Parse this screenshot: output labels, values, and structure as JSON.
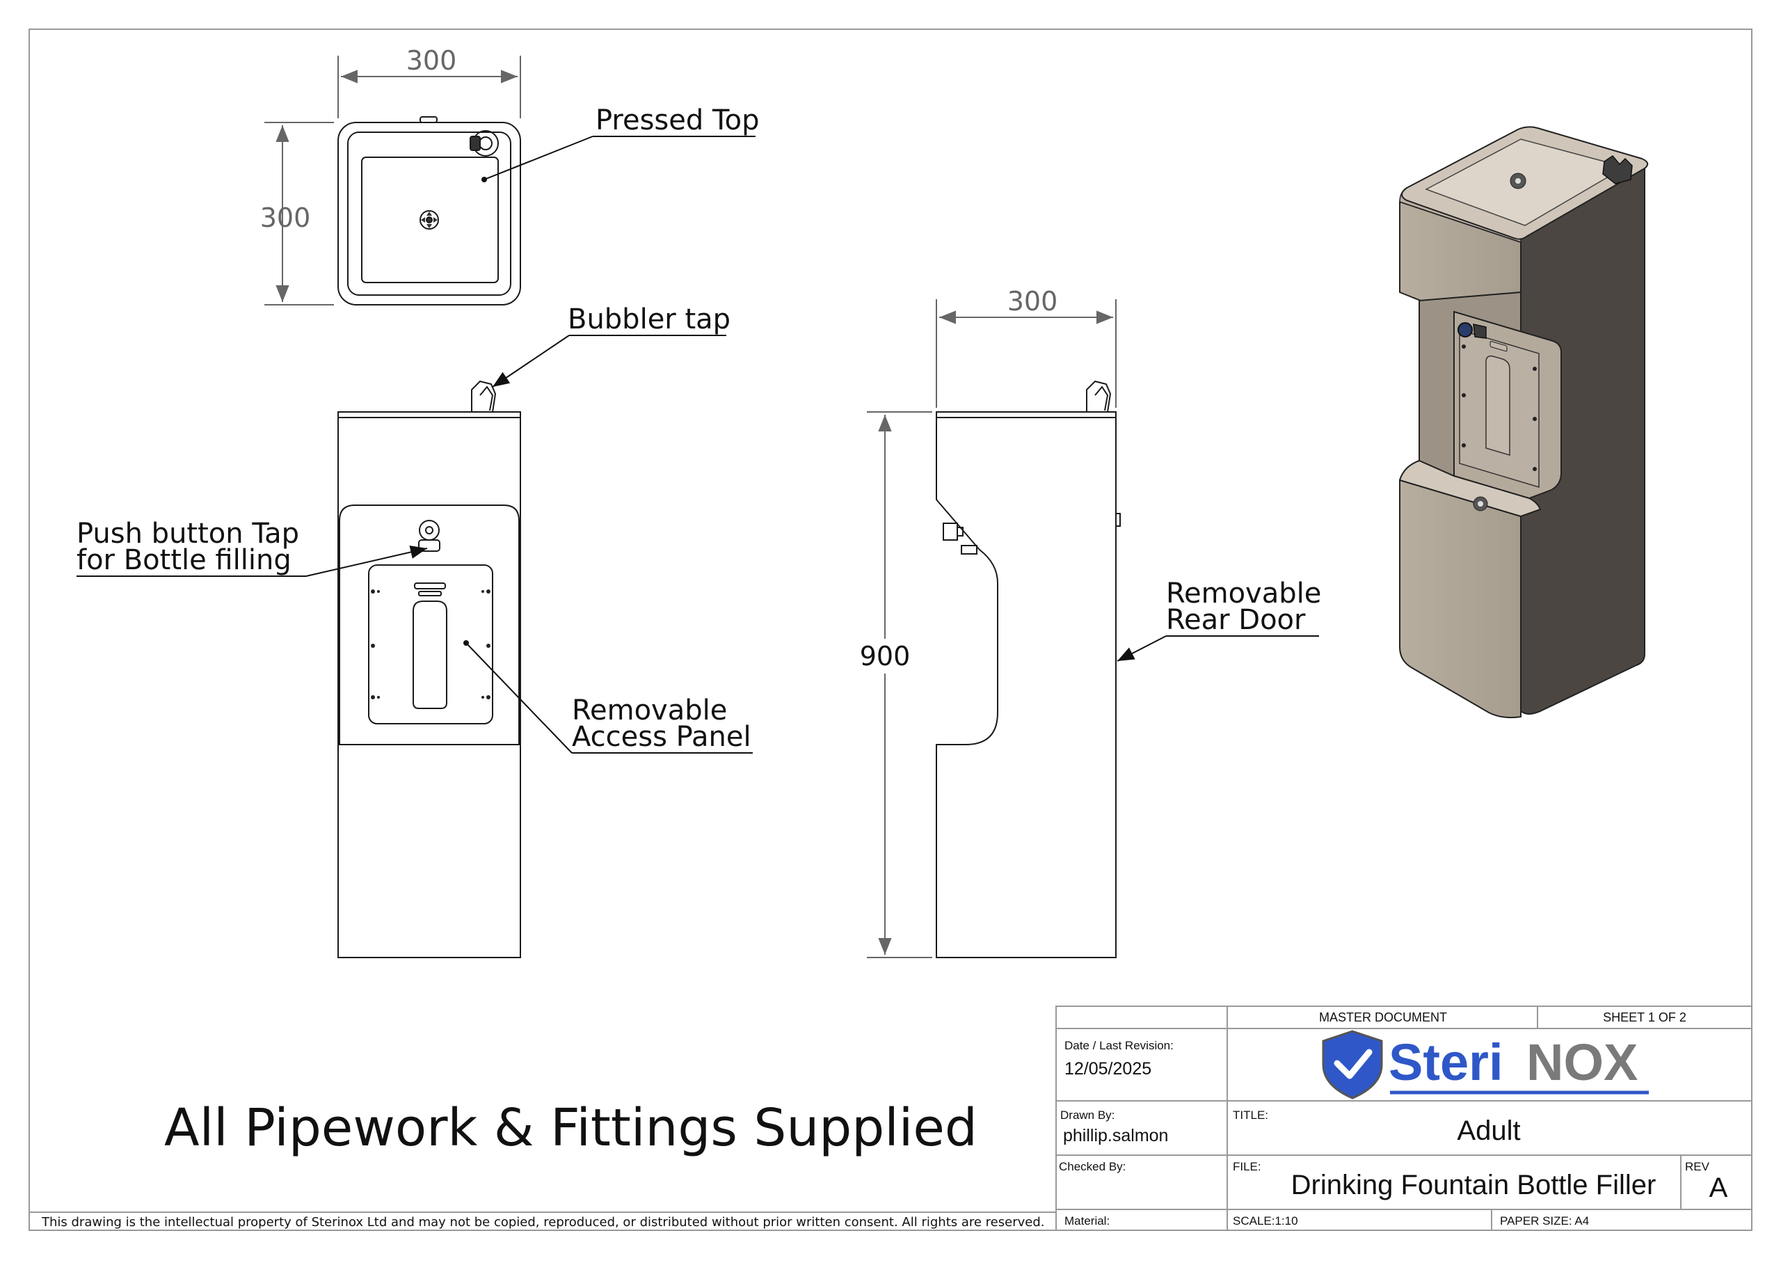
{
  "dimensions": {
    "top_width": "300",
    "top_depth": "300",
    "side_width": "300",
    "height": "900"
  },
  "callouts": {
    "pressed_top": "Pressed Top",
    "bubbler_tap": "Bubbler tap",
    "push_button_line1": "Push button Tap",
    "push_button_line2": "for Bottle filling",
    "access_panel_line1": "Removable",
    "access_panel_line2": "Access Panel",
    "rear_door_line1": "Removable",
    "rear_door_line2": "Rear Door"
  },
  "footer_note": "All Pipework & Fittings Supplied",
  "copyright": "This drawing is the intellectual property of Sterinox Ltd and may not be copied, reproduced, or distributed without prior written consent. All rights are reserved.",
  "title_block": {
    "master_document": "MASTER DOCUMENT",
    "sheet": "SHEET 1 OF 2",
    "date_label": "Date / Last Revision:",
    "date_value": "12/05/2025",
    "logo_part1": "Steri",
    "logo_part2": "NOX",
    "drawn_by_label": "Drawn By:",
    "drawn_by_value": "phillip.salmon",
    "title_label": "TITLE:",
    "title_value": "Adult",
    "checked_by_label": "Checked By:",
    "file_label": "FILE:",
    "file_value": "Drinking Fountain Bottle Filler",
    "rev_label": "REV",
    "rev_value": "A",
    "material_label": "Material:",
    "scale": "SCALE:1:10",
    "paper_size": "PAPER SIZE: A4"
  },
  "colors": {
    "line": "#1a1a1a",
    "dim": "#666666",
    "logo_blue": "#2f57c8",
    "logo_grey": "#7a7a7a",
    "steel_light": "#c9bfb2",
    "steel_mid": "#a89e91",
    "steel_dark": "#4a4540"
  }
}
